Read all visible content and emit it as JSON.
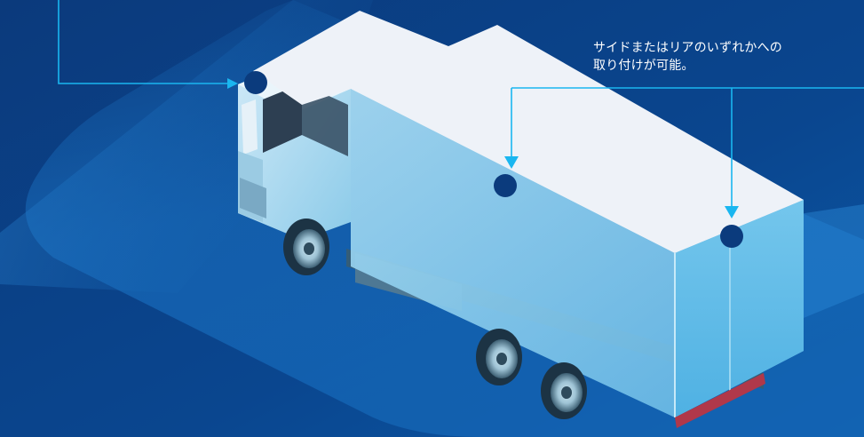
{
  "callout": {
    "line1": "サイドまたはリアのいずれかへの",
    "line2": "取り付けが可能。"
  },
  "colors": {
    "background": "#0a3f86",
    "accent_line": "#1ab6f0",
    "marker": "#0b3b7d",
    "roof": "#eef2f8",
    "box_side": "#8fd0ee"
  },
  "markers": [
    {
      "name": "cab-top-marker"
    },
    {
      "name": "side-marker"
    },
    {
      "name": "rear-marker"
    }
  ]
}
